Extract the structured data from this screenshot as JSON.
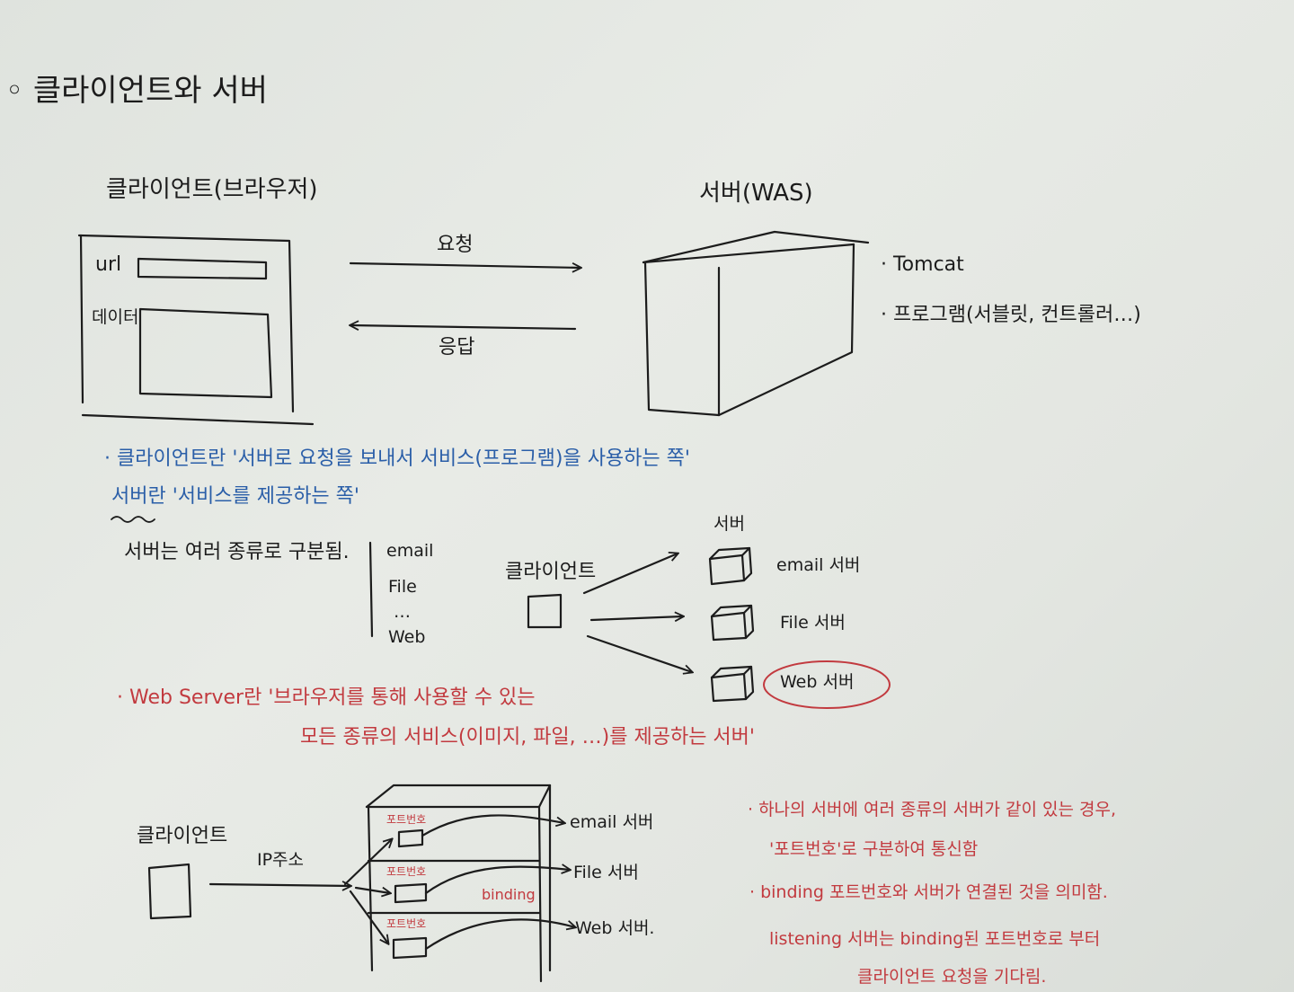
{
  "board": {
    "title": "◦ 클라이언트와 서버",
    "client_section": {
      "title": "클라이언트(브라우저)",
      "url_label": "url",
      "data_label": "데이터"
    },
    "server_section": {
      "title": "서버(WAS)",
      "notes": [
        "· Tomcat",
        "· 프로그램(서블릿, 컨트롤러…)"
      ]
    },
    "arrows": {
      "request": "요청",
      "response": "응답"
    },
    "definitions": {
      "client_def": "· 클라이언트란 '서버로 요청을 보내서 서비스(프로그램)을 사용하는 쪽'",
      "server_def": "서버란 '서비스를 제공하는 쪽'"
    },
    "server_types": {
      "intro": "서버는 여러 종류로 구분됨.",
      "list": [
        "email",
        "File",
        "…",
        "Web"
      ],
      "client_label": "클라이언트",
      "server_header": "서버",
      "servers": [
        "email 서버",
        "File 서버",
        "Web 서버"
      ]
    },
    "web_server_def": {
      "line1": "· Web Server란  '브라우저를 통해 사용할 수 있는",
      "line2": "모든 종류의 서비스(이미지, 파일, …)를 제공하는 서버'"
    },
    "port_diagram": {
      "client_label": "클라이언트",
      "ip_label": "IP주소",
      "port_label": "포트번호",
      "binding_label": "binding",
      "servers": [
        "email 서버",
        "File 서버",
        "Web 서버."
      ]
    },
    "port_notes": [
      "· 하나의 서버에 여러 종류의 서버가 같이 있는 경우,",
      "'포트번호'로 구분하여 통신함",
      "· binding  포트번호와 서버가 연결된 것을 의미함.",
      "listening  서버는 binding된 포트번호로 부터",
      "클라이언트 요청을 기다림."
    ]
  }
}
